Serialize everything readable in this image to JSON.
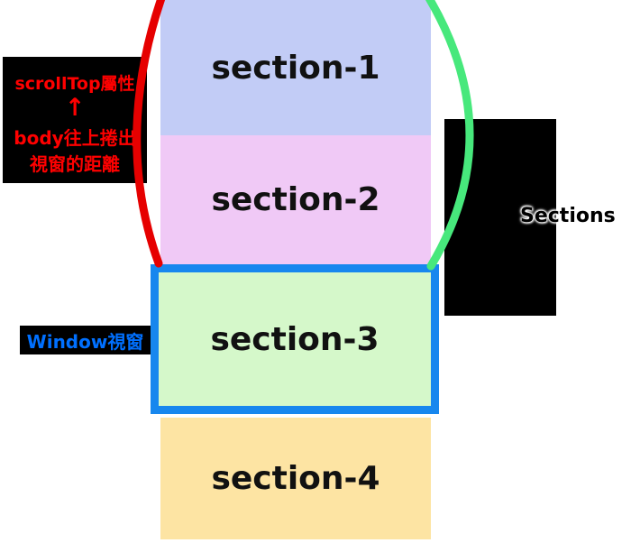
{
  "sections": [
    {
      "label": "section-1",
      "color": "#c2ccf6"
    },
    {
      "label": "section-2",
      "color": "#f0c9f6"
    },
    {
      "label": "section-3",
      "color": "#d5f8ca"
    },
    {
      "label": "section-4",
      "color": "#fde4a3"
    }
  ],
  "annotations": {
    "scrolltop_label": {
      "line1": "scrollTop屬性",
      "arrow": "↑",
      "line2": "body往上捲出",
      "line3": "視窗的距離",
      "text_color": "#ff0000",
      "bg_color": "#000000"
    },
    "window_label": {
      "text": "Window視窗",
      "text_color": "#0070ff",
      "bg_color": "#000000"
    },
    "sections_label": {
      "text": "Sections",
      "text_color": "#000000",
      "glow_color": "#ffffff",
      "bg_color": "#000000"
    },
    "viewport_border_color": "#1787ee",
    "scrolled_out_curve_left_color": "#e60000",
    "scrolled_out_curve_right_color": "#47e87c"
  }
}
